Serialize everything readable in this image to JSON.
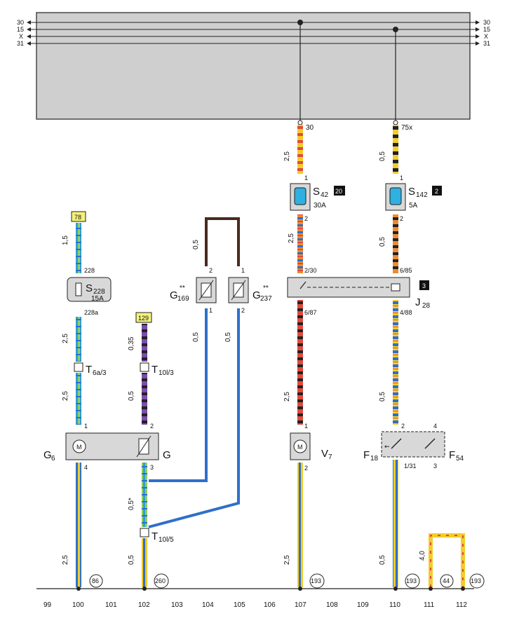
{
  "bus_lines": {
    "left": [
      "30",
      "15",
      "X",
      "31"
    ],
    "right": [
      "30",
      "15",
      "X",
      "31"
    ]
  },
  "bottom_scale": [
    "99",
    "100",
    "101",
    "102",
    "103",
    "104",
    "105",
    "106",
    "107",
    "108",
    "109",
    "110",
    "111",
    "112"
  ],
  "ground_refs": [
    "86",
    "260",
    "193",
    "193",
    "44",
    "193"
  ],
  "terminals": {
    "t30": "30",
    "t75x": "75x"
  },
  "wire_sizes": {
    "w107_top": "2,5",
    "w110_top": "0,5",
    "w107_mid": "2,5",
    "w110_mid": "0,5",
    "w100_top": "1,5",
    "w104_loop": "0,5",
    "w100_mid1": "2,5",
    "w102_mid1": "0,35",
    "w104": "0,5",
    "w105": "0,5",
    "w107_low": "2,5",
    "w110_low": "0,5",
    "w100_mid2": "2,5",
    "w102_mid2": "0,5",
    "w102_low": "0,5*",
    "w100_bottom": "2,5",
    "w102_bottom": "0,5",
    "w107_bottom": "2,5",
    "w110_bottom": "0,5",
    "w111_loop": "4,0"
  },
  "pins": {
    "s42_in": "1",
    "s142_in": "1",
    "s42_out": "2",
    "s142_out": "2",
    "j28_in": "2/30",
    "j28_in2": "6/85",
    "j28_out": "6/87",
    "j28_out2": "4/88",
    "g169_top": "2",
    "g237_top": "1",
    "g169_bot": "1",
    "g237_bot": "2",
    "s228_in": "228",
    "s228_out": "228a",
    "g6_in": "1",
    "g_in": "2",
    "v7_in": "1",
    "f_in": "2",
    "f_in2": "4",
    "g6_out": "4",
    "g_out": "3",
    "v7_out": "2",
    "f_out": "1/31",
    "f_out2": "3"
  },
  "components": {
    "s42": {
      "name": "S",
      "sub": "42",
      "rating": "30A",
      "ref": "20"
    },
    "s142": {
      "name": "S",
      "sub": "142",
      "rating": "5A",
      "ref": "2"
    },
    "s228": {
      "name": "S",
      "sub": "228",
      "rating": "15A"
    },
    "j28": {
      "name": "J",
      "sub": "28",
      "ref": "3"
    },
    "g169": {
      "name": "G",
      "sub": "169",
      "sup": "**"
    },
    "g237": {
      "name": "G",
      "sub": "237",
      "sup": "**"
    },
    "g6": {
      "name": "G",
      "sub": "6"
    },
    "g": {
      "name": "G"
    },
    "v7": {
      "name": "V",
      "sub": "7"
    },
    "f18": {
      "name": "F",
      "sub": "18"
    },
    "f54": {
      "name": "F",
      "sub": "54"
    },
    "t6a": {
      "name": "T",
      "sub": "6a/3"
    },
    "t10l3": {
      "name": "T",
      "sub": "10l/3"
    },
    "t10l5": {
      "name": "T",
      "sub": "10l/5"
    }
  },
  "page_refs": {
    "r78": "78",
    "r129": "129"
  },
  "colors": {
    "housing": "#cfcfcf",
    "box_fill": "#d8d8d8",
    "ref_tag": "#f4f17a",
    "red": "#e2493d",
    "yellow": "#f2cc2a",
    "orange": "#f08a30",
    "blue": "#2f6fc9",
    "black": "#222222",
    "brown": "#4a2a20",
    "green": "#3a9a4a",
    "violet": "#7c4cae"
  }
}
